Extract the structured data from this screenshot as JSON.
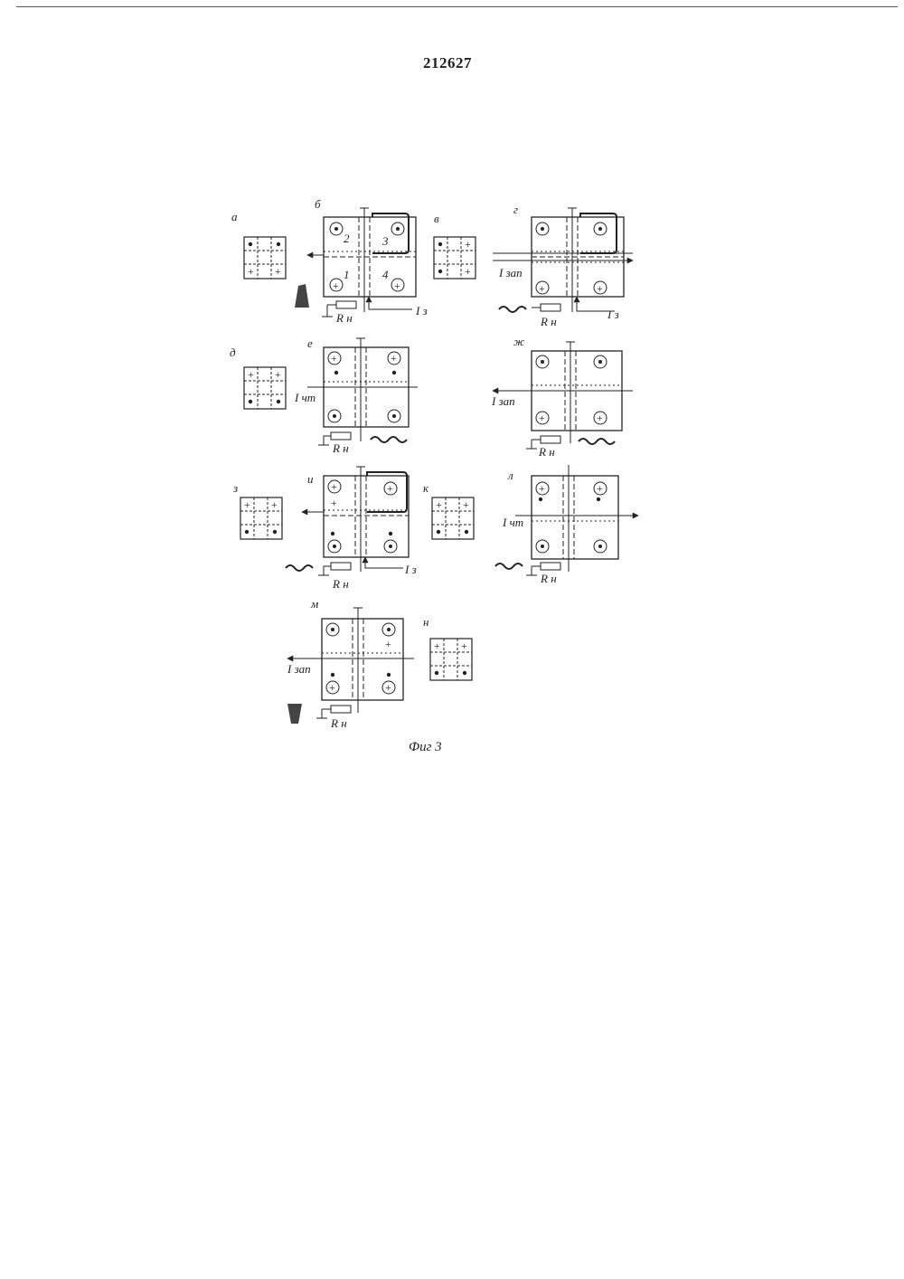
{
  "document": {
    "patent_number": "212627",
    "figure_caption": "Фиг 3"
  },
  "panels": {
    "a": "а",
    "b": "б",
    "v": "в",
    "g": "г",
    "d": "д",
    "e": "е",
    "zh": "ж",
    "z": "з",
    "i": "и",
    "k": "к",
    "l": "л",
    "m": "м",
    "n": "н"
  },
  "cell_numbers": [
    "1",
    "2",
    "3",
    "4"
  ],
  "labels": {
    "i_z": "I з",
    "i_zap": "I зап",
    "i_cht": "I чт",
    "r_n": "R н"
  },
  "symbols": {
    "plus": "+",
    "dot": "•"
  }
}
